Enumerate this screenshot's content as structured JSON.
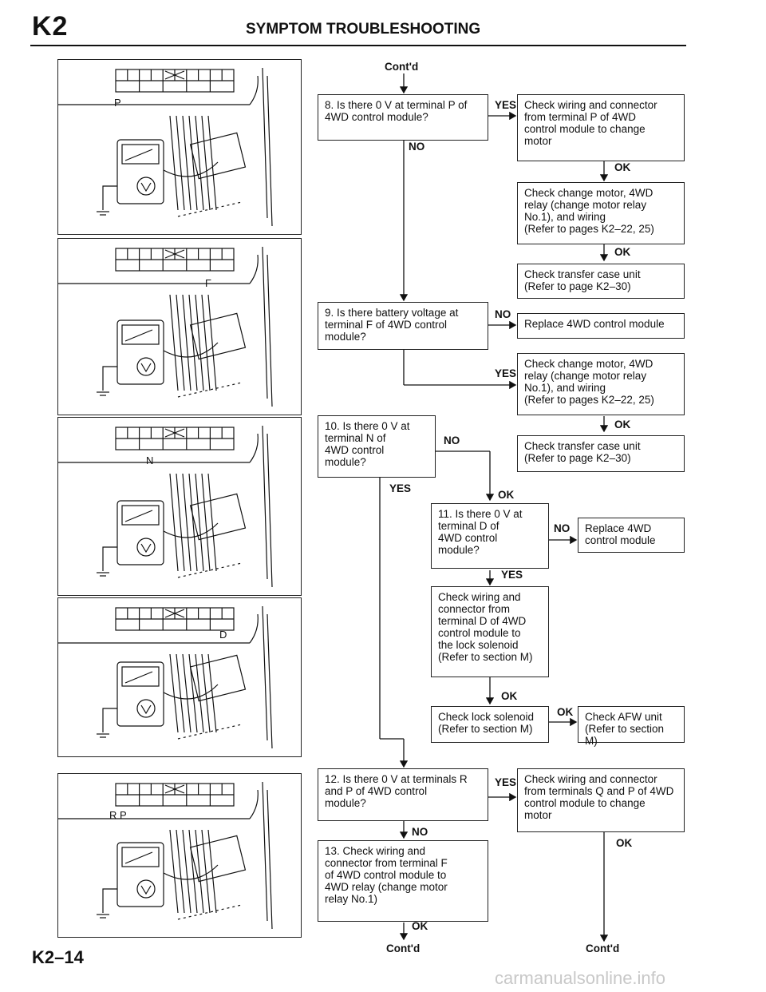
{
  "header": {
    "section_id": "K2",
    "title": "SYMPTOM TROUBLESHOOTING"
  },
  "footer": {
    "page_number": "K2–14",
    "watermark": "carmanualsonline.info"
  },
  "panels": [
    {
      "pin": "P"
    },
    {
      "pin": "F"
    },
    {
      "pin": "N"
    },
    {
      "pin": "D"
    },
    {
      "pin": "R P"
    }
  ],
  "flow": {
    "contd_top": "Cont'd",
    "q8": "8. Is there 0 V at terminal P of\n    4WD control module?",
    "yes_8": "YES",
    "a8_yes": "Check wiring and connector\nfrom terminal P of 4WD\ncontrol module to change\nmotor",
    "no_8": "NO",
    "ok_1": "OK",
    "a_change_motor_1": "Check change motor, 4WD\nrelay (change motor relay\nNo.1), and wiring\n(Refer to pages K2–22, 25)",
    "ok_2": "OK",
    "a_transfer_1": "Check transfer case unit\n(Refer to page K2–30)",
    "q9": "9. Is there battery voltage at\n    terminal F of 4WD control\n    module?",
    "no_9": "NO",
    "a9_no": "Replace 4WD control module",
    "yes_9": "YES",
    "a_change_motor_2": "Check change motor, 4WD\nrelay (change motor relay\nNo.1), and wiring\n(Refer to pages K2–22, 25)",
    "ok_3": "OK",
    "a_transfer_2": "Check transfer case unit\n(Refer to page K2–30)",
    "q10": "10. Is there 0 V at\n     terminal N of\n     4WD control\n     module?",
    "no_10": "NO",
    "yes_10": "YES",
    "ok_4": "OK",
    "q11": "11. Is there 0 V at\n     terminal D of\n     4WD control\n     module?",
    "no_11": "NO",
    "a11_no": "Replace 4WD\ncontrol module",
    "yes_11": "YES",
    "a11_yes": "Check wiring and\nconnector from\nterminal D of 4WD\ncontrol module to\nthe lock solenoid\n(Refer to section M)",
    "ok_5": "OK",
    "a_lock": "Check lock solenoid\n(Refer to section M)",
    "ok_6": "OK",
    "a_afw": "Check AFW unit\n(Refer to section M)",
    "q12": "12. Is there 0 V at terminals R\n     and P of 4WD control\n     module?",
    "yes_12": "YES",
    "a12_yes": "Check wiring and connector\nfrom terminals Q and P of 4WD\ncontrol module to change\nmotor",
    "no_12": "NO",
    "ok_7": "OK",
    "q13": "13. Check wiring and\n     connector from terminal F\n     of 4WD control module to\n     4WD relay (change motor\n     relay No.1)",
    "ok_8": "OK",
    "contd_bottom_left": "Cont'd",
    "contd_bottom_right": "Cont'd"
  }
}
